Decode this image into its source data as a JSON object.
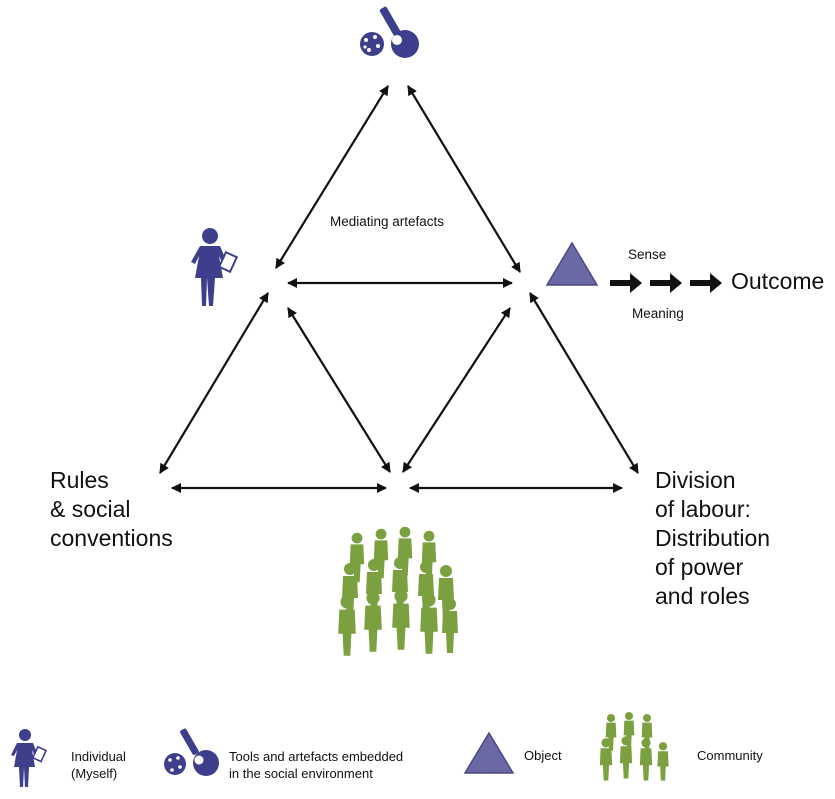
{
  "diagram": {
    "labels": {
      "mediating": "Mediating artefacts",
      "sense": "Sense",
      "meaning": "Meaning",
      "outcome": "Outcome",
      "rules": "Rules\n& social\nconventions",
      "division": "Division\nof labour:\nDistribution\nof power\nand roles"
    },
    "colors": {
      "primary_icon": "#3d3f8c",
      "object_fill": "#6b68a6",
      "community": "#7ba03f",
      "arrow": "#111111"
    }
  },
  "legend": [
    {
      "icon": "individual-icon",
      "label": "Individual\n(Myself)"
    },
    {
      "icon": "tools-icon",
      "label": "Tools and artefacts embedded\nin the social environment"
    },
    {
      "icon": "object-triangle-icon",
      "label": "Object"
    },
    {
      "icon": "community-icon",
      "label": "Community"
    }
  ]
}
